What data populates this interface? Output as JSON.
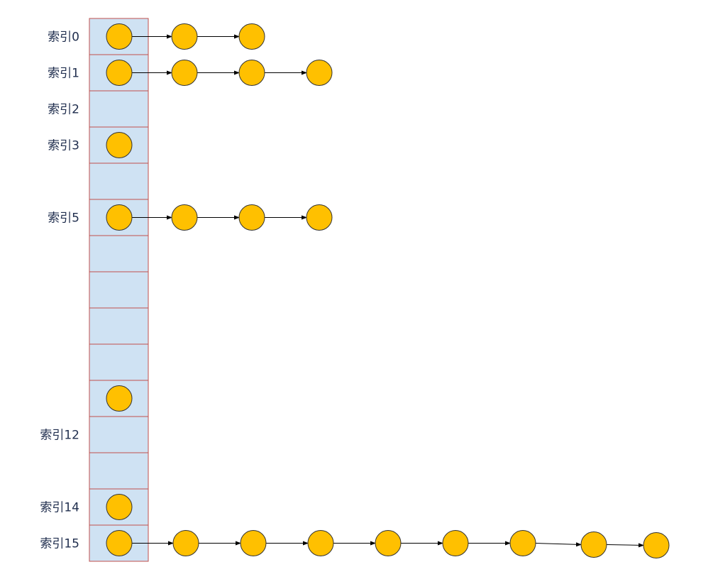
{
  "colors": {
    "slot_fill": "#cfe2f3",
    "slot_border": "#c0504d",
    "node_fill": "#ffc000",
    "node_stroke": "#333333",
    "arrow": "#000000",
    "label": "#1f2d4d"
  },
  "slots": [
    {
      "label": "索引0",
      "chain_length": 3
    },
    {
      "label": "索引1",
      "chain_length": 4
    },
    {
      "label": "索引2",
      "chain_length": 0
    },
    {
      "label": "索引3",
      "chain_length": 1
    },
    {
      "label": "",
      "chain_length": 0
    },
    {
      "label": "索引5",
      "chain_length": 4
    },
    {
      "label": "",
      "chain_length": 0
    },
    {
      "label": "",
      "chain_length": 0
    },
    {
      "label": "",
      "chain_length": 0
    },
    {
      "label": "",
      "chain_length": 0
    },
    {
      "label": "",
      "chain_length": 1
    },
    {
      "label": "索引12",
      "chain_length": 0
    },
    {
      "label": "",
      "chain_length": 0
    },
    {
      "label": "索引14",
      "chain_length": 1
    },
    {
      "label": "索引15",
      "chain_length": 9
    }
  ]
}
